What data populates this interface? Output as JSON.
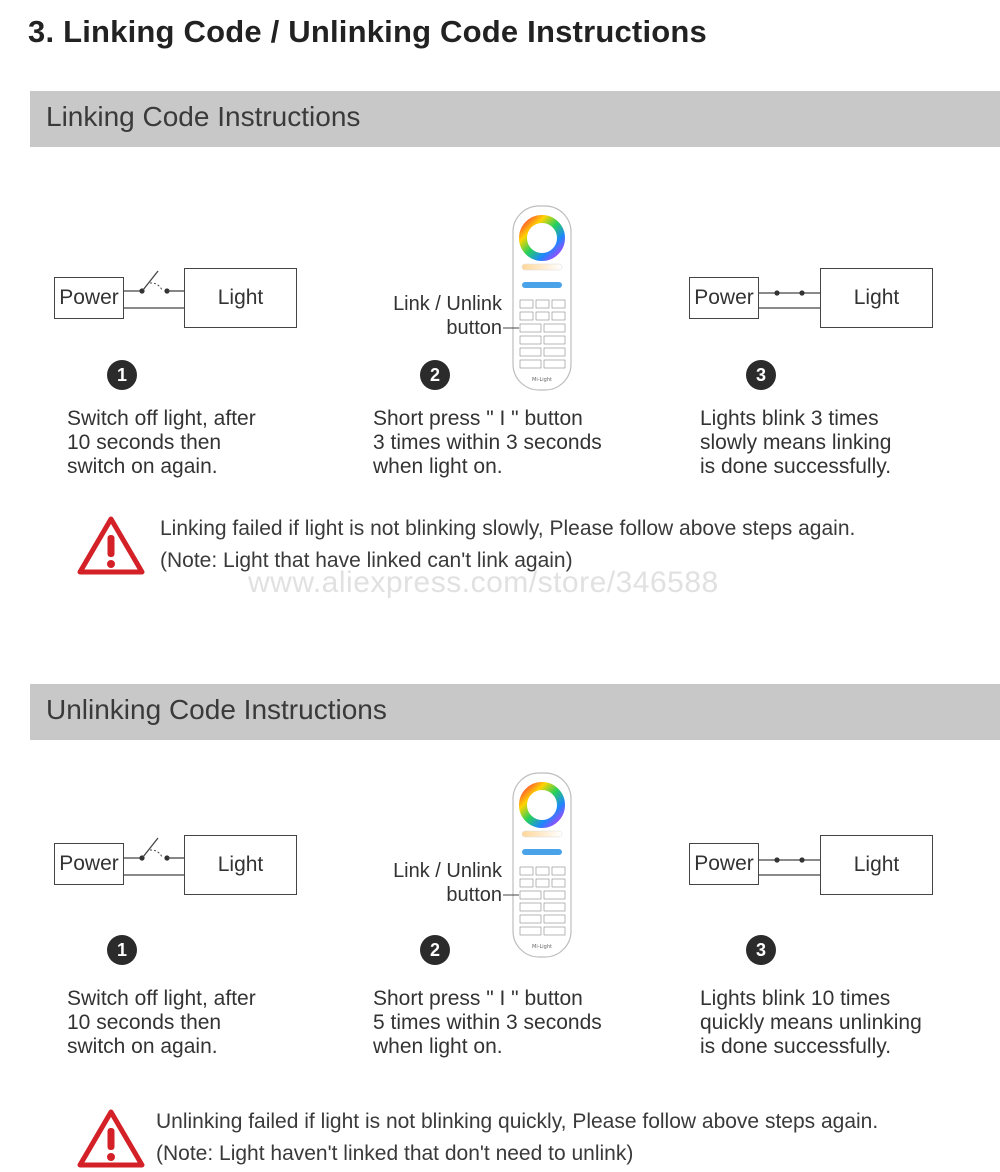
{
  "page_title": "3. Linking Code / Unlinking Code Instructions",
  "watermark": "www.aliexpress.com/store/346588",
  "colors": {
    "band": "#c8c8c8",
    "warning_red": "#d42027",
    "number_badge": "#2b2b2b"
  },
  "linking": {
    "heading": "Linking Code Instructions",
    "power_label": "Power",
    "light_label": "Light",
    "remote_label_line1": "Link / Unlink",
    "remote_label_line2": "button",
    "remote_brand": "Mi-Light",
    "steps": [
      {
        "number": "1",
        "lines": [
          "Switch off light, after",
          "10 seconds then",
          "switch on again."
        ]
      },
      {
        "number": "2",
        "lines": [
          "Short press \"  I  \" button",
          "3 times within 3 seconds",
          "when light on."
        ]
      },
      {
        "number": "3",
        "lines": [
          "Lights blink 3 times",
          "slowly means linking",
          "is done successfully."
        ]
      }
    ],
    "warning_lines": [
      "Linking failed if light is not blinking slowly, Please follow above steps again.",
      "(Note: Light that have linked can't link again)"
    ],
    "warning_icon": "warning-triangle-icon"
  },
  "unlinking": {
    "heading": "Unlinking Code Instructions",
    "power_label": "Power",
    "light_label": "Light",
    "remote_label_line1": "Link / Unlink",
    "remote_label_line2": "button",
    "remote_brand": "Mi-Light",
    "steps": [
      {
        "number": "1",
        "lines": [
          "Switch off light, after",
          "10 seconds then",
          "switch on again."
        ]
      },
      {
        "number": "2",
        "lines": [
          "Short press \"  I  \" button",
          "5 times within 3 seconds",
          "when light on."
        ]
      },
      {
        "number": "3",
        "lines": [
          "Lights blink 10 times",
          "quickly means unlinking",
          "is done successfully."
        ]
      }
    ],
    "warning_lines": [
      "Unlinking failed if light is not blinking quickly, Please follow above steps again.",
      "(Note: Light haven't linked that don't need to unlink)"
    ],
    "warning_icon": "warning-triangle-icon"
  }
}
